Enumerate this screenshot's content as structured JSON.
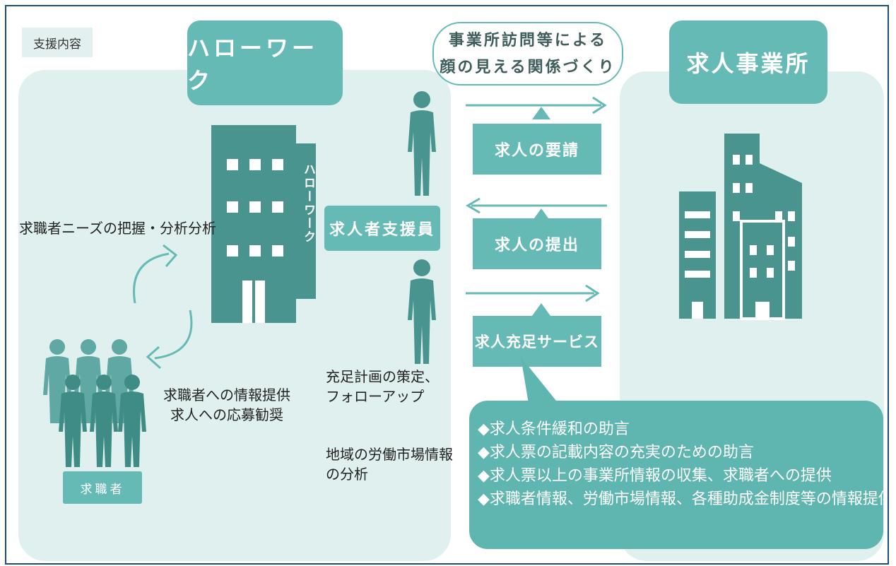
{
  "section_label": "支援内容",
  "hellowork": {
    "title": "ハローワーク",
    "building_sign": "ハローワーク"
  },
  "employer": {
    "title": "求人事業所"
  },
  "relationship_bubble": {
    "line1": "事業所訪問等による",
    "line2": "顔の見える関係づくり"
  },
  "supporter_label": "求人者支援員",
  "flows": [
    {
      "label": "求人の要請",
      "direction": "right"
    },
    {
      "label": "求人の提出",
      "direction": "left"
    },
    {
      "label": "求人充足サービス",
      "direction": "right"
    }
  ],
  "left_notes": {
    "needs": "求職者ニーズの把握・分析分析",
    "info_line1": "求職者への情報提供",
    "info_line2": "求人への応募勧奨"
  },
  "job_seeker_label": "求職者",
  "center_notes": {
    "plan_line1": "充足計画の策定、",
    "plan_line2": "フォローアップ",
    "market_line1": "地域の労働市場情報",
    "market_line2": "の分析"
  },
  "services": [
    "◆求人条件緩和の助言",
    "◆求人票の記載内容の充実のための助言",
    "◆求人票以上の事業所情報の収集、求職者への提供",
    "◆求職者情報、労働市場情報、各種助成金制度等の情報提供"
  ],
  "colors": {
    "teal": "#66bab5",
    "dark_teal": "#4a9490",
    "panel_bg": "#dff0ef",
    "border": "#1d4e7a"
  }
}
